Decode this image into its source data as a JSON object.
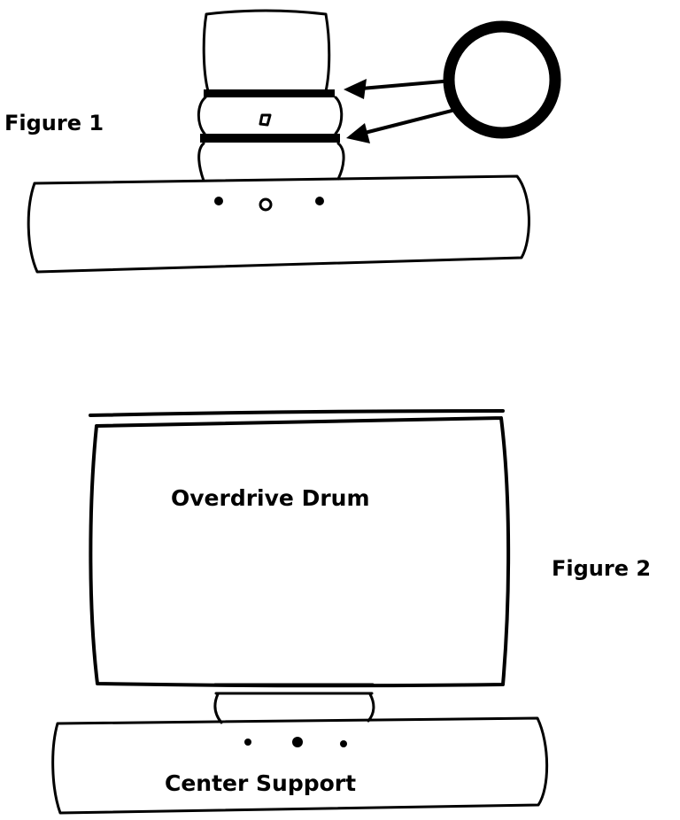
{
  "figure1": {
    "label": "Figure 1"
  },
  "figure2": {
    "label": "Figure 2",
    "drum_label": "Overdrive Drum",
    "support_label": "Center Support"
  },
  "colors": {
    "ink": "#000000",
    "background": "#ffffff"
  }
}
